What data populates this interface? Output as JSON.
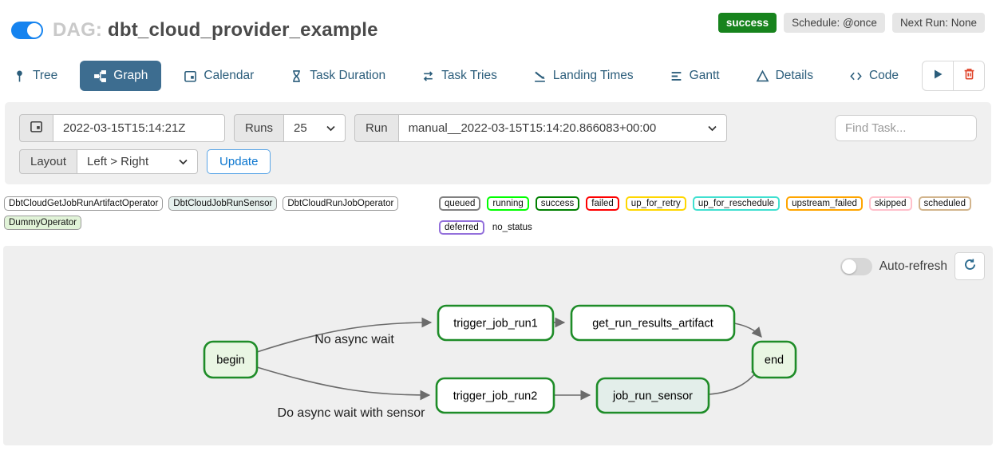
{
  "header": {
    "dag_toggle_on": true,
    "title_prefix": "DAG:",
    "dag_name": "dbt_cloud_provider_example",
    "badges": {
      "status": "success",
      "schedule": "Schedule: @once",
      "next_run": "Next Run: None"
    },
    "colors": {
      "status_badge_bg": "#17831d",
      "toggle_on": "#1583ef"
    }
  },
  "tabs": [
    {
      "id": "tree",
      "label": "Tree",
      "active": false
    },
    {
      "id": "graph",
      "label": "Graph",
      "active": true
    },
    {
      "id": "calendar",
      "label": "Calendar",
      "active": false
    },
    {
      "id": "task-duration",
      "label": "Task Duration",
      "active": false
    },
    {
      "id": "task-tries",
      "label": "Task Tries",
      "active": false
    },
    {
      "id": "landing-times",
      "label": "Landing Times",
      "active": false
    },
    {
      "id": "gantt",
      "label": "Gantt",
      "active": false
    },
    {
      "id": "details",
      "label": "Details",
      "active": false
    },
    {
      "id": "code",
      "label": "Code",
      "active": false
    }
  ],
  "toolbar": {
    "icons": [
      "play-icon",
      "trash-icon"
    ]
  },
  "filters": {
    "base_date_value": "2022-03-15T15:14:21Z",
    "runs_label": "Runs",
    "runs_selected": "25",
    "run_label": "Run",
    "run_selected": "manual__2022-03-15T15:14:20.866083+00:00",
    "find_task_placeholder": "Find Task...",
    "layout_label": "Layout",
    "layout_selected": "Left > Right",
    "update_button": "Update"
  },
  "legend": {
    "operators": [
      {
        "label": "DbtCloudGetJobRunArtifactOperator",
        "fill": "#ffffff"
      },
      {
        "label": "DbtCloudJobRunSensor",
        "fill": "#e6f1ee"
      },
      {
        "label": "DbtCloudRunJobOperator",
        "fill": "#ffffff"
      },
      {
        "label": "DummyOperator",
        "fill": "#e1f3d8"
      }
    ],
    "statuses": [
      {
        "label": "queued",
        "border": "#808080"
      },
      {
        "label": "running",
        "border": "#00ff00"
      },
      {
        "label": "success",
        "border": "#008000"
      },
      {
        "label": "failed",
        "border": "#ff0000"
      },
      {
        "label": "up_for_retry",
        "border": "#ffd700"
      },
      {
        "label": "up_for_reschedule",
        "border": "#40e0d0"
      },
      {
        "label": "upstream_failed",
        "border": "#ffa500"
      },
      {
        "label": "skipped",
        "border": "#ffc0cb"
      },
      {
        "label": "scheduled",
        "border": "#d2b48c"
      },
      {
        "label": "deferred",
        "border": "#9370db"
      },
      {
        "label": "no_status",
        "border": "none"
      }
    ]
  },
  "graph": {
    "auto_refresh_label": "Auto-refresh",
    "auto_refresh_on": false,
    "nodes": [
      {
        "id": "begin",
        "label": "begin",
        "fill": "#e9f6e3",
        "stroke": "#1e8c28"
      },
      {
        "id": "trigger_job_run1",
        "label": "trigger_job_run1",
        "fill": "#ffffff",
        "stroke": "#1e8c28"
      },
      {
        "id": "get_run_results_artifact",
        "label": "get_run_results_artifact",
        "fill": "#ffffff",
        "stroke": "#1e8c28"
      },
      {
        "id": "end",
        "label": "end",
        "fill": "#e9f6e3",
        "stroke": "#1e8c28"
      },
      {
        "id": "trigger_job_run2",
        "label": "trigger_job_run2",
        "fill": "#ffffff",
        "stroke": "#1e8c28"
      },
      {
        "id": "job_run_sensor",
        "label": "job_run_sensor",
        "fill": "#e3eeea",
        "stroke": "#1e8c28"
      }
    ],
    "edges": [
      {
        "from": "begin",
        "to": "trigger_job_run1",
        "label": "No async wait"
      },
      {
        "from": "begin",
        "to": "trigger_job_run2",
        "label": "Do async wait with sensor"
      },
      {
        "from": "trigger_job_run1",
        "to": "get_run_results_artifact",
        "label": ""
      },
      {
        "from": "trigger_job_run2",
        "to": "job_run_sensor",
        "label": ""
      },
      {
        "from": "get_run_results_artifact",
        "to": "end",
        "label": ""
      },
      {
        "from": "job_run_sensor",
        "to": "end",
        "label": ""
      }
    ]
  }
}
